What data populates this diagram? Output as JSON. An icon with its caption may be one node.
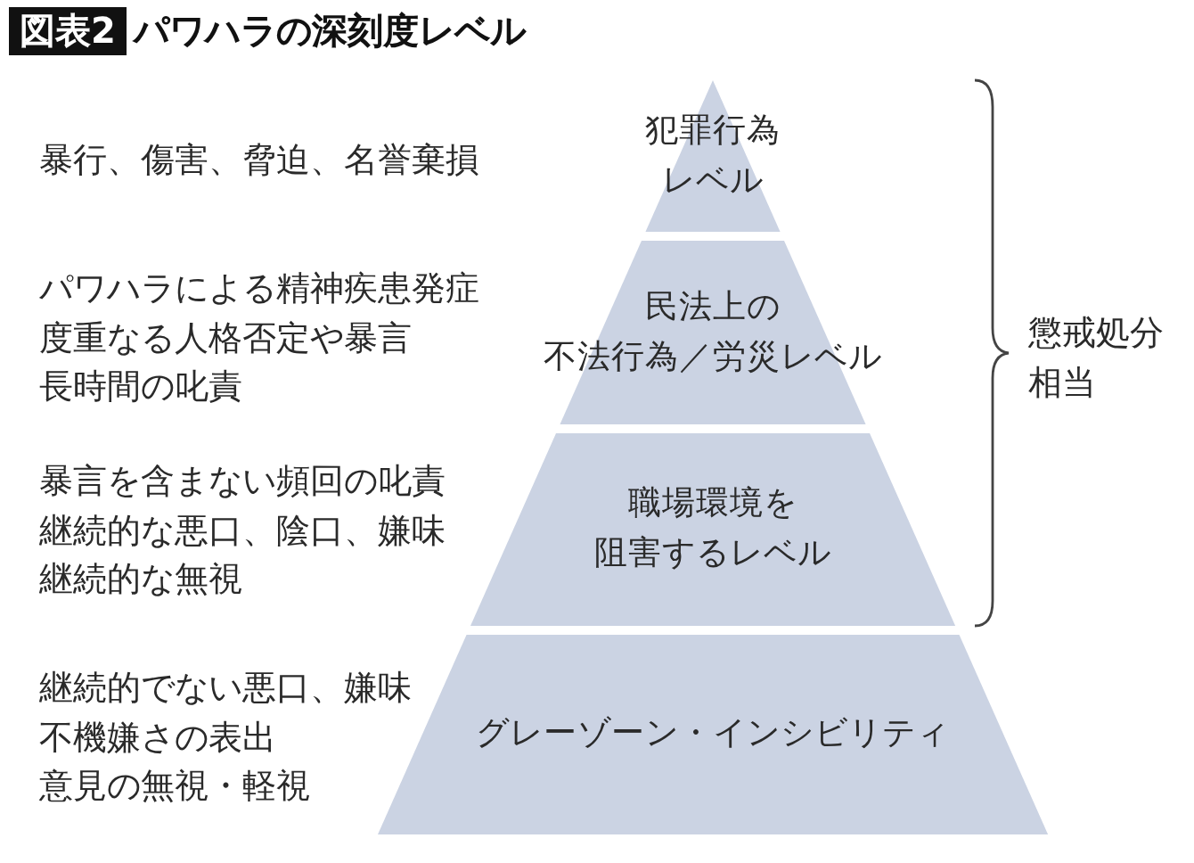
{
  "diagram": {
    "title": "パワハラの深刻度レベル",
    "nodes": [
      {
        "text": [
          "犯罪行為レベル"
        ]
      },
      {
        "text": [
          "民法上の不法行為／労災レベル"
        ],
        "beside": [
          "パワハラによる精神疾患発症",
          "度重なる人格否定や暴言",
          "長時間の叱責"
        ]
      },
      {
        "text": [
          "職場環境を阻害するレベル"
        ],
        "beside": [
          "暴言を含まない頻回の叱責",
          "継続的な悪口、陰口、嫌味",
          "継続的な無視"
        ]
      },
      {
        "text": [
          "グレーゾーン・インシビリティ"
        ],
        "beside": [
          "継続的でない悪口、嫌味",
          "不機嫌さの表出",
          "意見の無視・軽視"
        ]
      }
    ],
    "labels": [
      "図表2",
      "暴行、傷害、脅迫、名誉棄損",
      "懲戒処分相当"
    ]
  }
}
